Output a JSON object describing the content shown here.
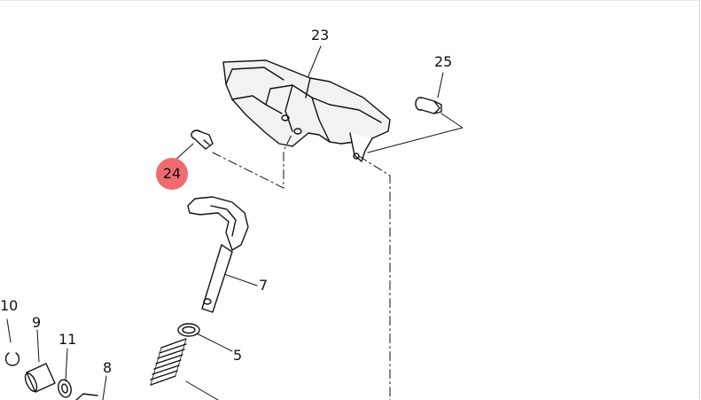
{
  "diagram": {
    "callouts": [
      "23",
      "25",
      "24",
      "7",
      "5",
      "10",
      "9",
      "11",
      "8"
    ],
    "highlight_color": "#f06a6f"
  }
}
